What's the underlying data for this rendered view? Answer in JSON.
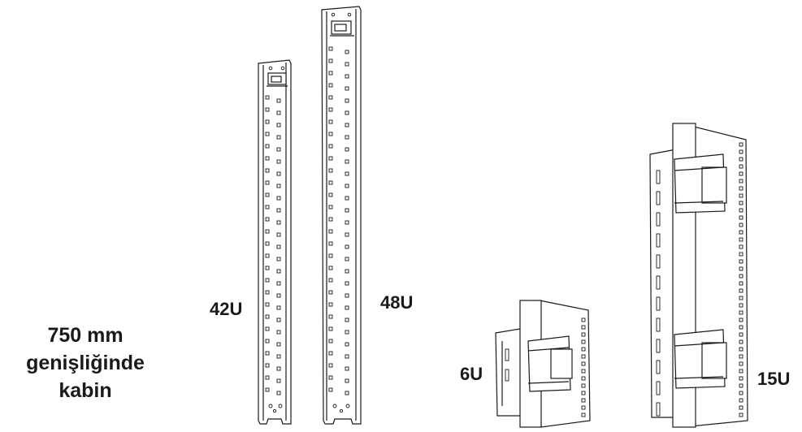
{
  "labels": {
    "rail_42": "42U",
    "rail_48": "48U",
    "rail_6": "6U",
    "rail_15": "15U",
    "caption_line1": "750 mm",
    "caption_line2": "genişliğinde",
    "caption_line3": "kabin"
  }
}
